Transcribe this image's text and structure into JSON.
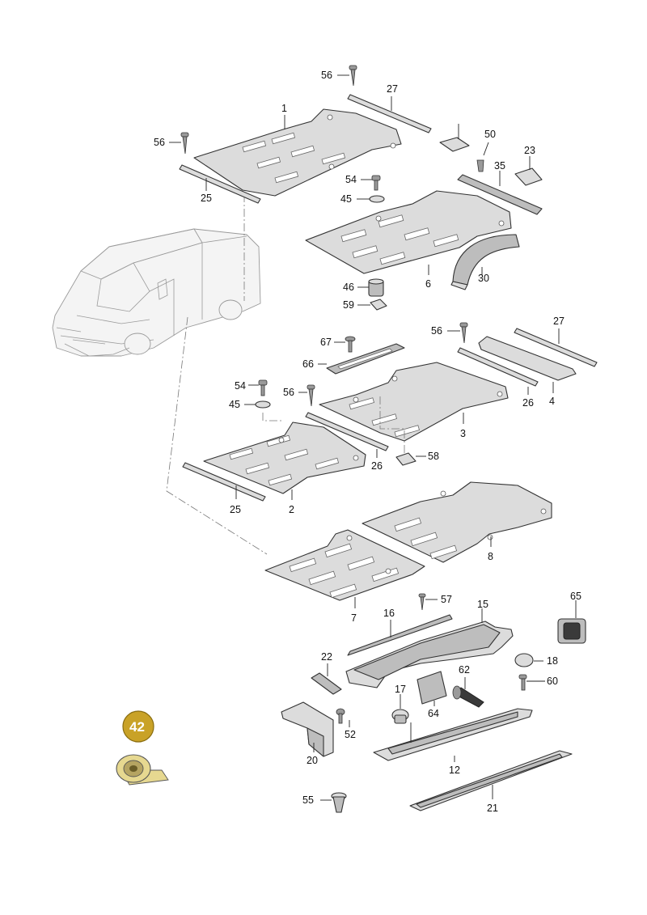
{
  "labels": {
    "l56a": "56",
    "l27a": "27",
    "l1": "1",
    "l56b": "56",
    "l25a": "25",
    "l50": "50",
    "l23": "23",
    "l35": "35",
    "l54a": "54",
    "l45a": "45",
    "l6": "6",
    "l30": "30",
    "l46": "46",
    "l59": "59",
    "l67": "67",
    "l66": "66",
    "l56c": "56",
    "l27b": "27",
    "l26a": "26",
    "l4": "4",
    "l54b": "54",
    "l45b": "45",
    "l56d": "56",
    "l3": "3",
    "l58": "58",
    "l26b": "26",
    "l25b": "25",
    "l2": "2",
    "l8": "8",
    "l7": "7",
    "l57": "57",
    "l16": "16",
    "l15": "15",
    "l65": "65",
    "l18": "18",
    "l22": "22",
    "l62": "62",
    "l60": "60",
    "l17": "17",
    "l64": "64",
    "l52": "52",
    "l20": "20",
    "l12": "12",
    "l55": "55",
    "l21": "21",
    "l42": "42"
  },
  "colors": {
    "badge": "#c9a227",
    "tape": "#e6d890"
  }
}
